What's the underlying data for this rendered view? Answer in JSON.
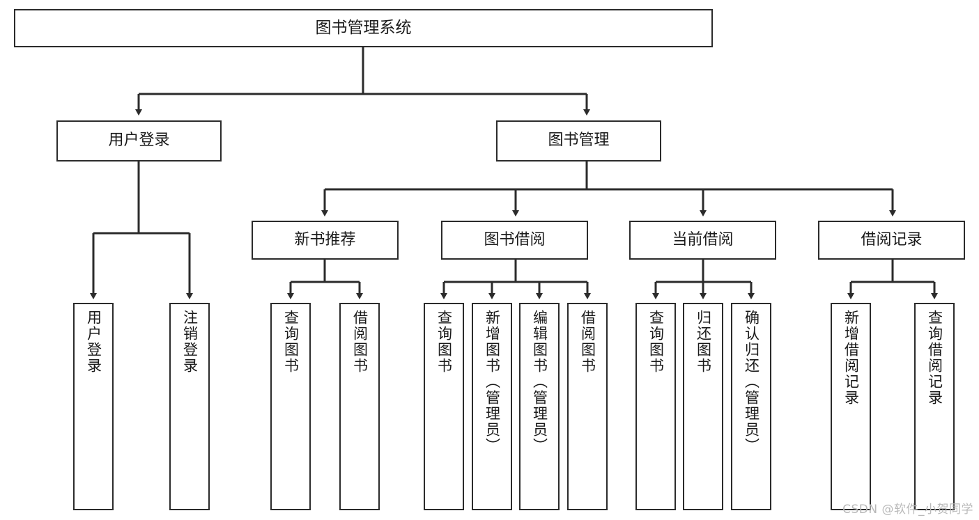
{
  "diagram": {
    "title": "图书管理系统",
    "watermark": "CSDN @软件_小贺同学",
    "line_color": "#2b2b2b",
    "box_fill": "#ffffff",
    "text_color": "#1a1a1a",
    "watermark_color": "#b9b9b9"
  },
  "nodes": {
    "root": {
      "label": "图书管理系统"
    },
    "level1": [
      {
        "id": "user-login",
        "label": "用户登录"
      },
      {
        "id": "book-management",
        "label": "图书管理"
      }
    ],
    "level2": [
      {
        "id": "new-book-recommend",
        "label": "新书推荐"
      },
      {
        "id": "book-borrow",
        "label": "图书借阅"
      },
      {
        "id": "current-borrow",
        "label": "当前借阅"
      },
      {
        "id": "borrow-record",
        "label": "借阅记录"
      }
    ],
    "leaves": [
      {
        "id": "leaf-user-login",
        "parent": "user-login",
        "label": "用户登录"
      },
      {
        "id": "leaf-logout",
        "parent": "user-login",
        "label": "注销登录"
      },
      {
        "id": "leaf-query-book-1",
        "parent": "new-book-recommend",
        "label": "查询图书"
      },
      {
        "id": "leaf-borrow-book-1",
        "parent": "new-book-recommend",
        "label": "借阅图书"
      },
      {
        "id": "leaf-query-book-2",
        "parent": "book-borrow",
        "label": "查询图书"
      },
      {
        "id": "leaf-add-book",
        "parent": "book-borrow",
        "label": "新增图书（管理员）"
      },
      {
        "id": "leaf-edit-book",
        "parent": "book-borrow",
        "label": "编辑图书（管理员）"
      },
      {
        "id": "leaf-borrow-book-2",
        "parent": "book-borrow",
        "label": "借阅图书"
      },
      {
        "id": "leaf-query-book-3",
        "parent": "current-borrow",
        "label": "查询图书"
      },
      {
        "id": "leaf-return-book",
        "parent": "current-borrow",
        "label": "归还图书"
      },
      {
        "id": "leaf-confirm-return",
        "parent": "current-borrow",
        "label": "确认归还（管理员）"
      },
      {
        "id": "leaf-add-record",
        "parent": "borrow-record",
        "label": "新增借阅记录"
      },
      {
        "id": "leaf-query-record",
        "parent": "borrow-record",
        "label": "查询借阅记录"
      }
    ]
  },
  "chart_data": {
    "type": "diagram",
    "subtype": "tree",
    "title": "图书管理系统",
    "orientation": "top-down",
    "levels": 4,
    "edges": [
      {
        "from": "图书管理系统",
        "to": "用户登录"
      },
      {
        "from": "图书管理系统",
        "to": "图书管理"
      },
      {
        "from": "用户登录",
        "to": "用户登录"
      },
      {
        "from": "用户登录",
        "to": "注销登录"
      },
      {
        "from": "图书管理",
        "to": "新书推荐"
      },
      {
        "from": "图书管理",
        "to": "图书借阅"
      },
      {
        "from": "图书管理",
        "to": "当前借阅"
      },
      {
        "from": "图书管理",
        "to": "借阅记录"
      },
      {
        "from": "新书推荐",
        "to": "查询图书"
      },
      {
        "from": "新书推荐",
        "to": "借阅图书"
      },
      {
        "from": "图书借阅",
        "to": "查询图书"
      },
      {
        "from": "图书借阅",
        "to": "新增图书（管理员）"
      },
      {
        "from": "图书借阅",
        "to": "编辑图书（管理员）"
      },
      {
        "from": "图书借阅",
        "to": "借阅图书"
      },
      {
        "from": "当前借阅",
        "to": "查询图书"
      },
      {
        "from": "当前借阅",
        "to": "归还图书"
      },
      {
        "from": "当前借阅",
        "to": "确认归还（管理员）"
      },
      {
        "from": "借阅记录",
        "to": "新增借阅记录"
      },
      {
        "from": "借阅记录",
        "to": "查询借阅记录"
      }
    ]
  }
}
